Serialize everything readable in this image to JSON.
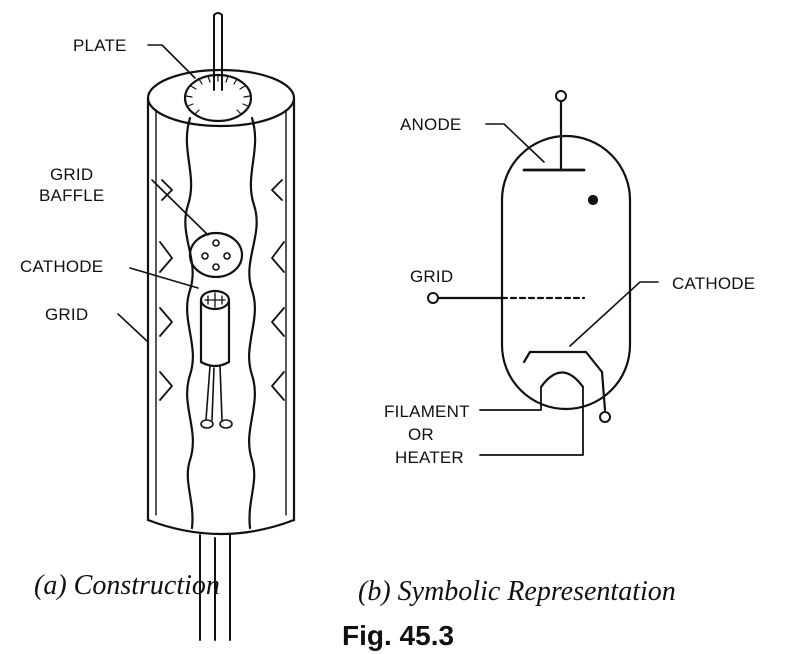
{
  "construction": {
    "labels": {
      "plate": "PLATE",
      "grid_baffle_line1": "GRID",
      "grid_baffle_line2": "BAFFLE",
      "cathode": "CATHODE",
      "grid": "GRID"
    },
    "caption": "(a) Construction"
  },
  "symbolic": {
    "labels": {
      "anode": "ANODE",
      "grid": "GRID",
      "cathode": "CATHODE",
      "filament_line1": "FILAMENT",
      "filament_line2": "OR",
      "filament_line3": "HEATER"
    },
    "caption": "(b) Symbolic Representation"
  },
  "figure_number": "Fig. 45.3",
  "colors": {
    "ink": "#111111",
    "background": "#ffffff"
  }
}
